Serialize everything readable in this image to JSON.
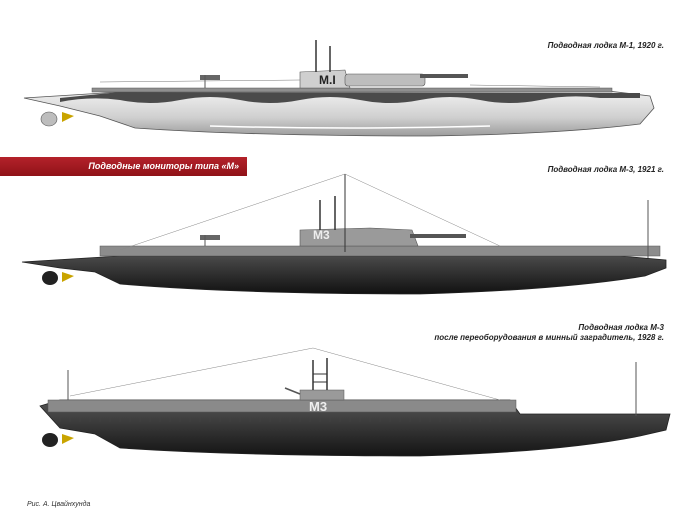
{
  "banner": {
    "title": "Подводные мониторы типа «М»",
    "color": "#a0181f"
  },
  "submarines": [
    {
      "caption": "Подводная лодка М-1, 1920 г.",
      "hull_marking": "M.I",
      "hull_color": "#d4d4d4",
      "deck_color": "#9a9a9a"
    },
    {
      "caption": "Подводная лодка М-3, 1921 г.",
      "hull_marking": "M3",
      "hull_color": "#2a2a2a",
      "deck_color": "#8c8c8c"
    },
    {
      "caption_line1": "Подводная лодка М-3",
      "caption_line2": "после переоборудования в минный заградитель, 1928 г.",
      "hull_marking": "M3",
      "hull_color": "#2c2c2c",
      "deck_color": "#8a8a8a"
    }
  ],
  "credit": "Рис. А. Цвайнхунда"
}
